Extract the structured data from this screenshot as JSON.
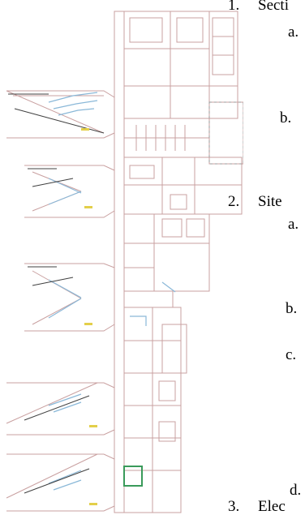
{
  "outline": {
    "item1": {
      "marker": "1.",
      "text": "Secti"
    },
    "item1_subs": [
      {
        "marker": "a.",
        "text": ""
      },
      {
        "marker": "b.",
        "text": ""
      }
    ],
    "item2": {
      "marker": "2.",
      "text": "Site"
    },
    "item2_subs": [
      {
        "marker": "a.",
        "text": ""
      },
      {
        "marker": "b.",
        "text": ""
      },
      {
        "marker": "c.",
        "text": ""
      },
      {
        "marker": "d.",
        "text": ""
      }
    ],
    "item3": {
      "marker": "3.",
      "text": "Elec"
    }
  },
  "floor_plan": {
    "wall_color": "#c9a0a0",
    "accent_blue": "#8ab8d8",
    "accent_green": "#3a9a5a",
    "accent_yellow": "#e3cf4a"
  }
}
